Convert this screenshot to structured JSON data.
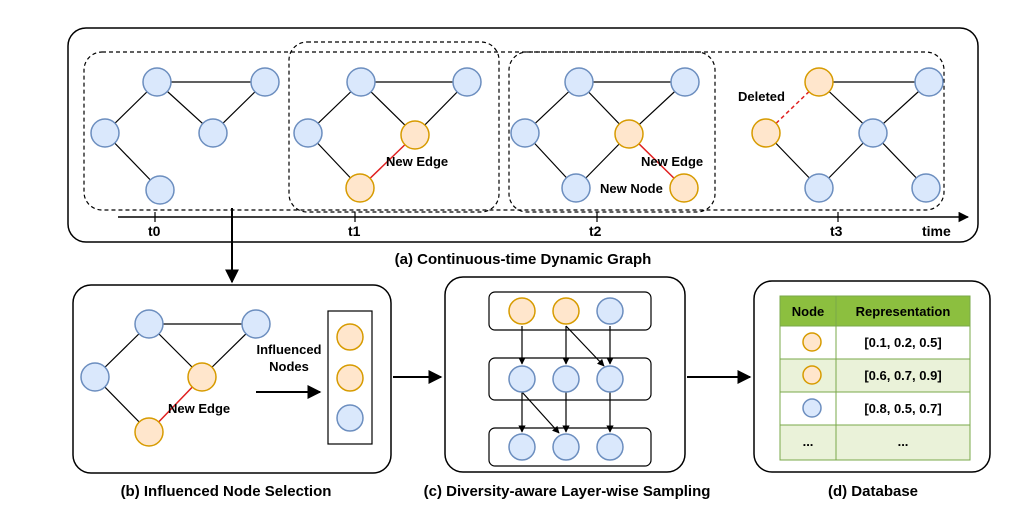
{
  "colors": {
    "node_blue_fill": "#dae8fc",
    "node_blue_stroke": "#6c8ebf",
    "node_orange_fill": "#ffe6cc",
    "node_orange_stroke": "#d79b00",
    "new_edge": "#e02020",
    "table_header": "#8cbf3f",
    "table_row": "#eaf2d9",
    "table_border": "#7aa84a"
  },
  "panel_a": {
    "caption": "(a) Continuous-time Dynamic Graph",
    "time_label": "time",
    "ticks": [
      "t0",
      "t1",
      "t2",
      "t3"
    ],
    "t1_new_edge": "New Edge",
    "t2_new_edge": "New Edge",
    "t2_new_node": "New Node",
    "t3_deleted": "Deleted"
  },
  "panel_b": {
    "caption": "(b) Influenced Node Selection",
    "new_edge": "New Edge",
    "influenced_line1": "Influenced",
    "influenced_line2": "Nodes",
    "influenced_nodes": [
      "orange",
      "orange",
      "blue"
    ]
  },
  "panel_c": {
    "caption": "(c) Diversity-aware Layer-wise Sampling",
    "layers": [
      [
        "orange",
        "orange",
        "blue"
      ],
      [
        "blue",
        "blue",
        "blue"
      ],
      [
        "blue",
        "blue",
        "blue"
      ]
    ]
  },
  "panel_d": {
    "caption": "(d) Database",
    "headers": [
      "Node",
      "Representation"
    ],
    "rows": [
      {
        "node": "orange",
        "value": "[0.1, 0.2, 0.5]"
      },
      {
        "node": "orange",
        "value": "[0.6, 0.7, 0.9]"
      },
      {
        "node": "blue",
        "value": "[0.8, 0.5, 0.7]"
      },
      {
        "node": "",
        "node_text": "...",
        "value": "..."
      }
    ]
  }
}
